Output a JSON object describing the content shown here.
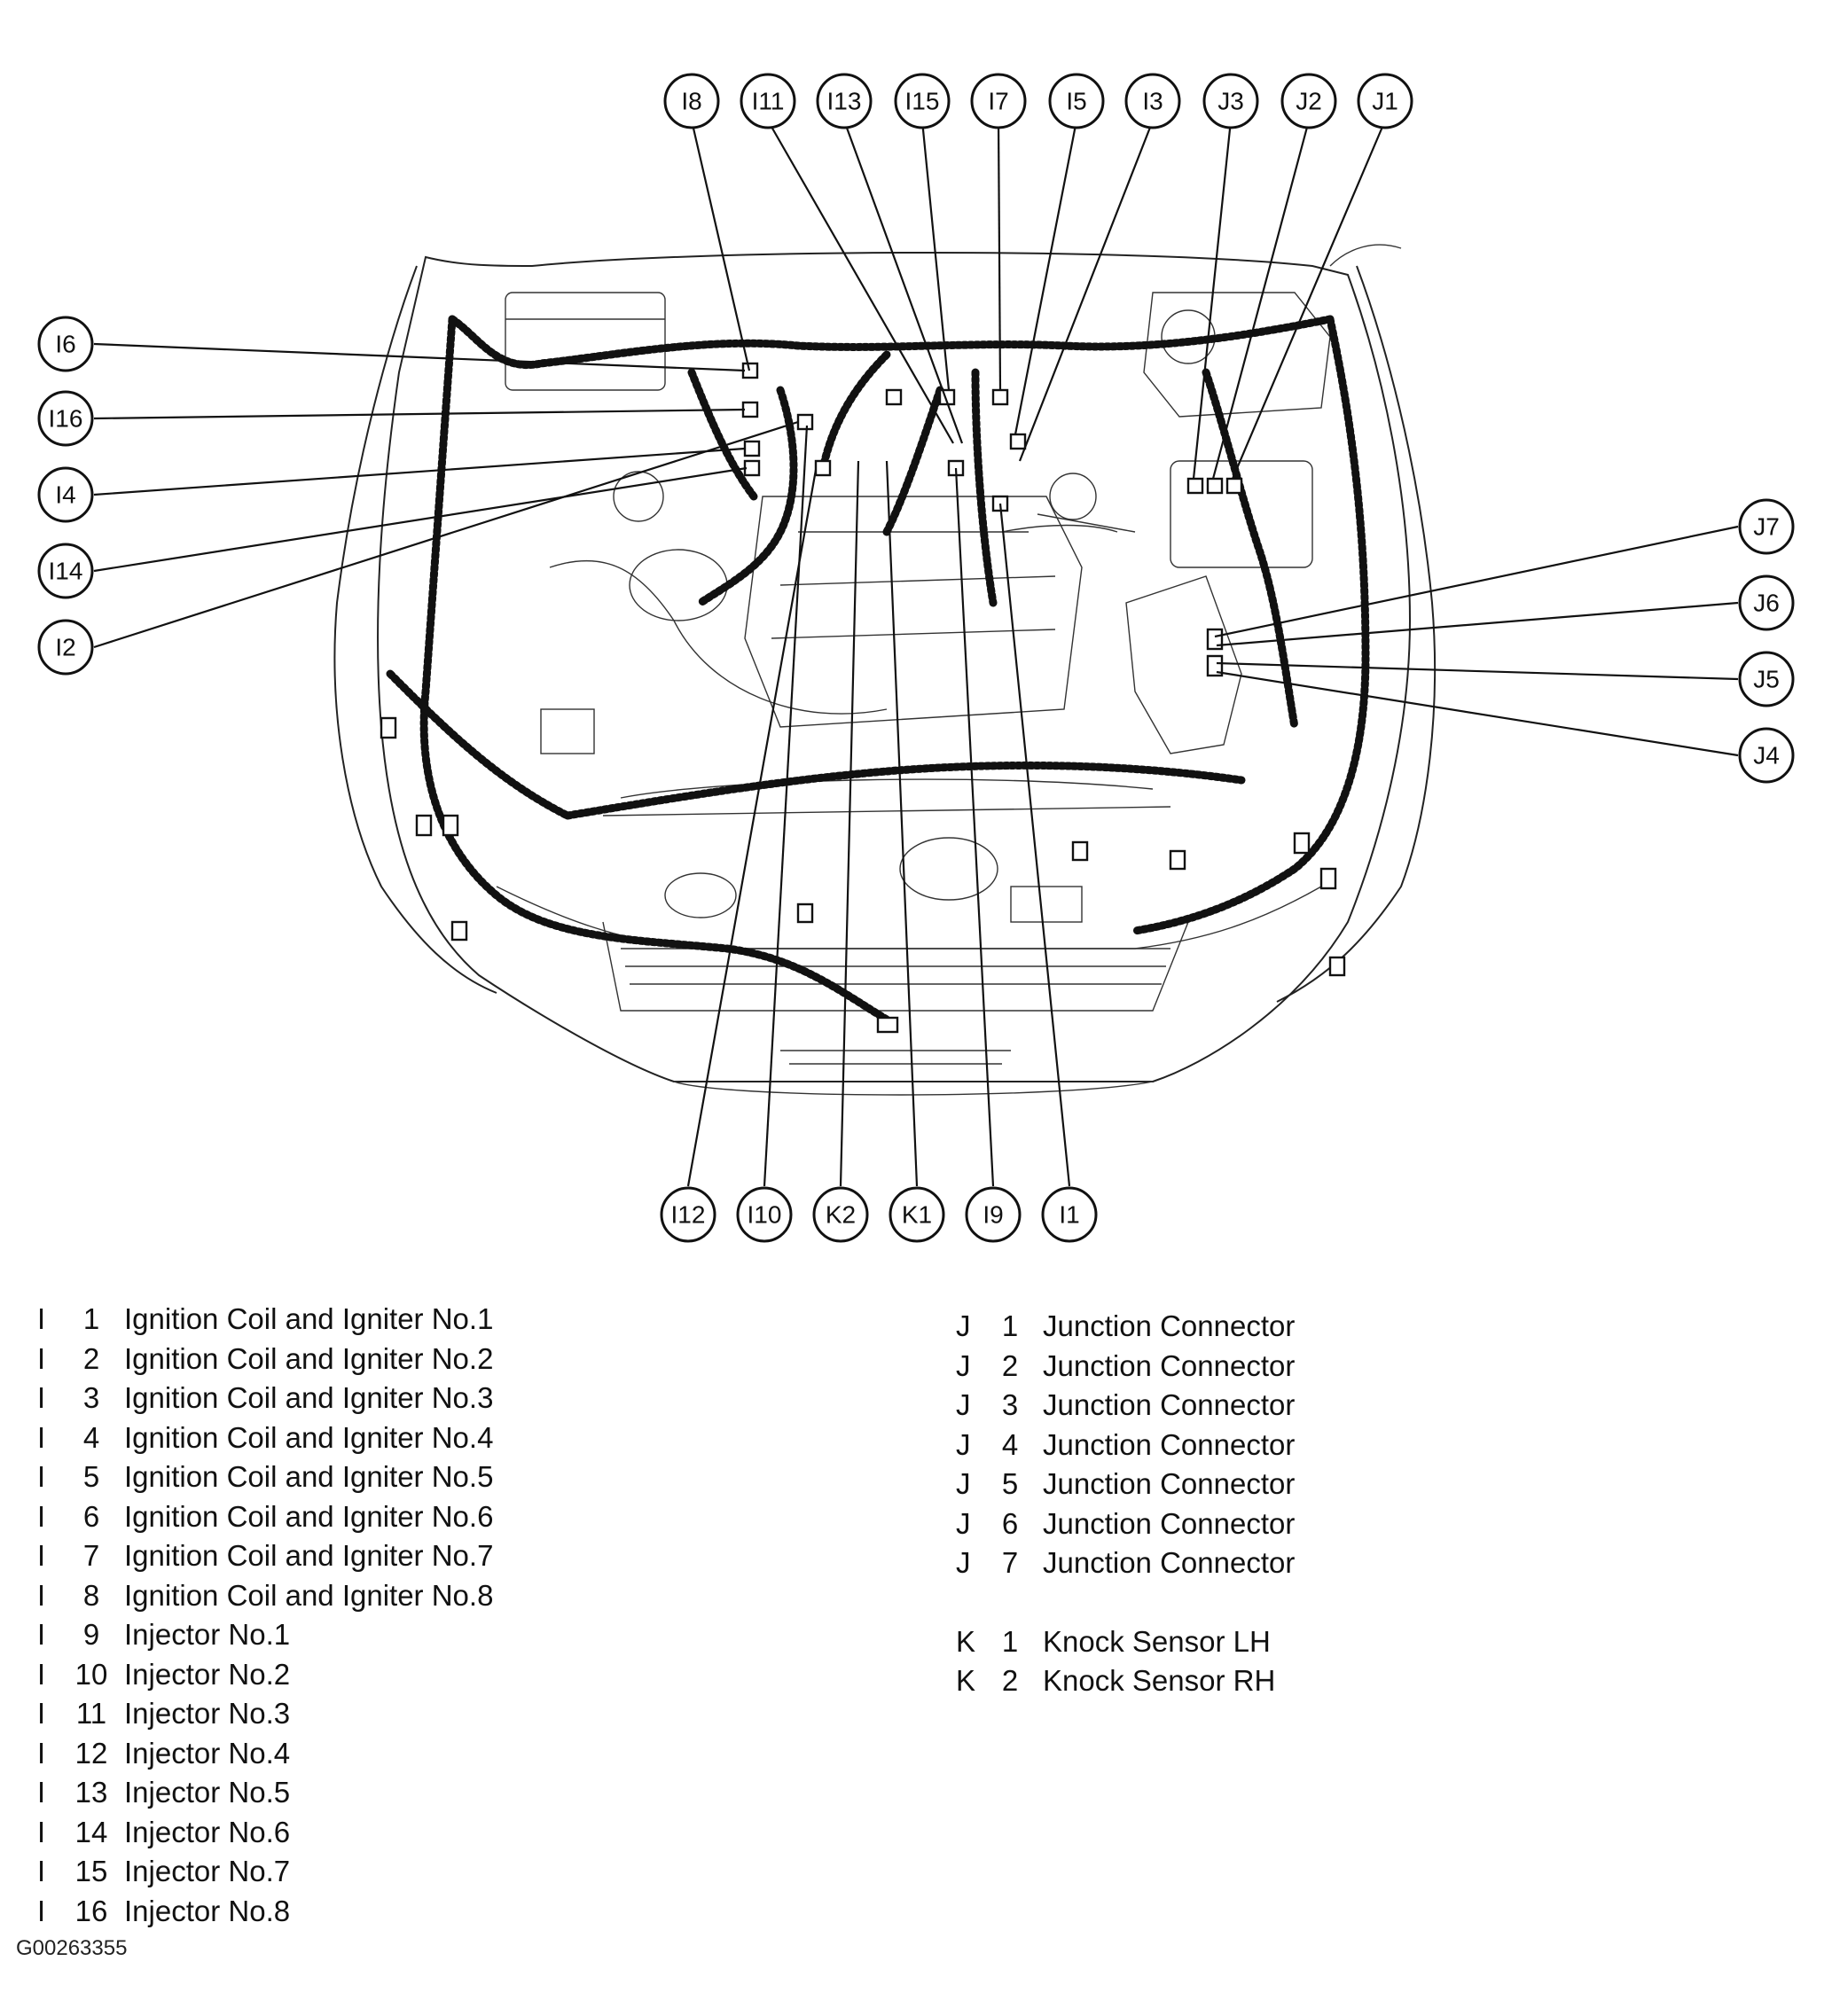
{
  "callouts": {
    "top": [
      "I8",
      "I11",
      "I13",
      "I15",
      "I7",
      "I5",
      "I3",
      "J3",
      "J2",
      "J1"
    ],
    "left": [
      "I6",
      "I16",
      "I4",
      "I14",
      "I2"
    ],
    "right": [
      "J7",
      "J6",
      "J5",
      "J4"
    ],
    "bottom": [
      "I12",
      "I10",
      "K2",
      "K1",
      "I9",
      "I1"
    ]
  },
  "legend": {
    "ignition_injector": [
      {
        "group": "I",
        "num": "1",
        "desc": "Ignition Coil and Igniter No.1"
      },
      {
        "group": "I",
        "num": "2",
        "desc": "Ignition Coil and Igniter No.2"
      },
      {
        "group": "I",
        "num": "3",
        "desc": "Ignition Coil and Igniter No.3"
      },
      {
        "group": "I",
        "num": "4",
        "desc": "Ignition Coil and Igniter No.4"
      },
      {
        "group": "I",
        "num": "5",
        "desc": "Ignition Coil and Igniter No.5"
      },
      {
        "group": "I",
        "num": "6",
        "desc": "Ignition Coil and Igniter No.6"
      },
      {
        "group": "I",
        "num": "7",
        "desc": "Ignition Coil and Igniter No.7"
      },
      {
        "group": "I",
        "num": "8",
        "desc": "Ignition Coil and Igniter No.8"
      },
      {
        "group": "I",
        "num": "9",
        "desc": "Injector No.1"
      },
      {
        "group": "I",
        "num": "10",
        "desc": "Injector No.2"
      },
      {
        "group": "I",
        "num": "11",
        "desc": "Injector No.3"
      },
      {
        "group": "I",
        "num": "12",
        "desc": "Injector No.4"
      },
      {
        "group": "I",
        "num": "13",
        "desc": "Injector No.5"
      },
      {
        "group": "I",
        "num": "14",
        "desc": "Injector No.6"
      },
      {
        "group": "I",
        "num": "15",
        "desc": "Injector No.7"
      },
      {
        "group": "I",
        "num": "16",
        "desc": "Injector No.8"
      }
    ],
    "junction": [
      {
        "group": "J",
        "num": "1",
        "desc": "Junction Connector"
      },
      {
        "group": "J",
        "num": "2",
        "desc": "Junction Connector"
      },
      {
        "group": "J",
        "num": "3",
        "desc": "Junction Connector"
      },
      {
        "group": "J",
        "num": "4",
        "desc": "Junction Connector"
      },
      {
        "group": "J",
        "num": "5",
        "desc": "Junction Connector"
      },
      {
        "group": "J",
        "num": "6",
        "desc": "Junction Connector"
      },
      {
        "group": "J",
        "num": "7",
        "desc": "Junction Connector"
      }
    ],
    "knock": [
      {
        "group": "K",
        "num": "1",
        "desc": "Knock Sensor LH"
      },
      {
        "group": "K",
        "num": "2",
        "desc": "Knock Sensor RH"
      }
    ]
  },
  "figure_id": "G00263355"
}
